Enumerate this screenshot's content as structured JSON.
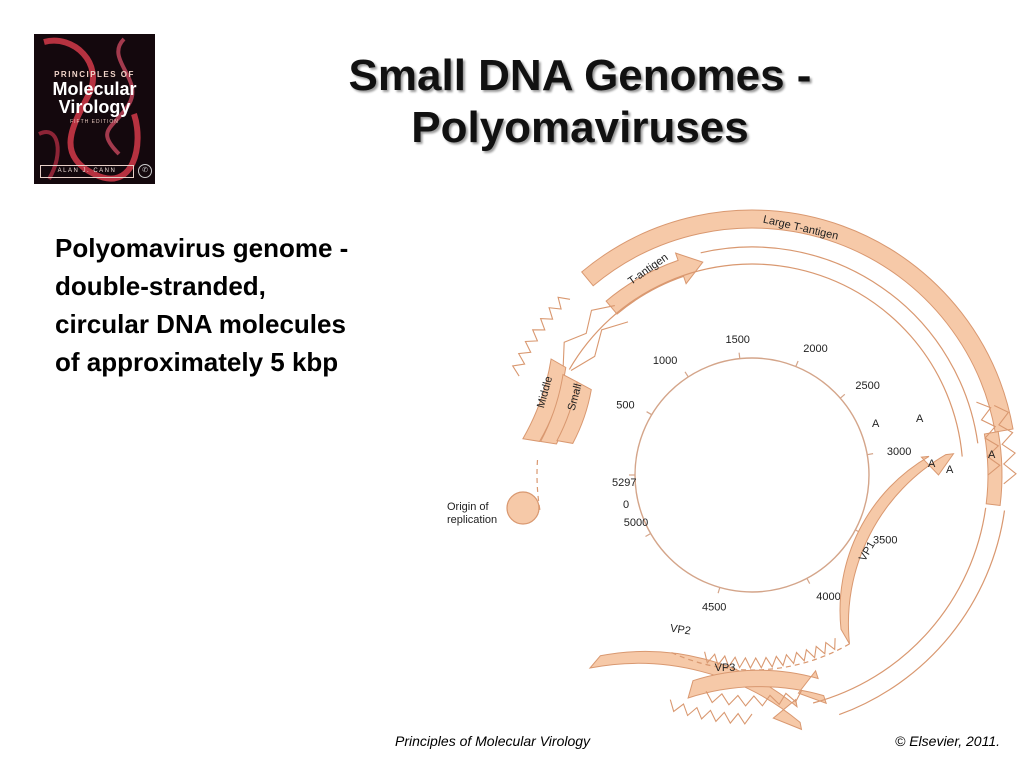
{
  "cover": {
    "top_line": "PRINCIPLES OF",
    "title_line1": "Molecular",
    "title_line2": "Virology",
    "edition": "FIFTH EDITION",
    "author": "ALAN J. CANN"
  },
  "title": {
    "line1": "Small DNA Genomes -",
    "line2": "Polyomaviruses"
  },
  "body": {
    "lines": [
      "Polyomavirus genome -",
      "double-stranded,",
      "circular DNA molecules",
      "of approximately 5 kbp"
    ]
  },
  "diagram": {
    "gene_labels": {
      "large_t": "Large T-antigen",
      "t": "T-antigen",
      "middle": "Middle",
      "small": "Small",
      "vp1": "VP1",
      "vp2": "VP2",
      "vp3": "VP3"
    },
    "origin_label_line1": "Origin of",
    "origin_label_line2": "replication",
    "poly_a": "A",
    "positions": [
      "0",
      "500",
      "1000",
      "1500",
      "2000",
      "2500",
      "3000",
      "3500",
      "4000",
      "4500",
      "5000"
    ],
    "total_length": "5297",
    "colors": {
      "gene": "#f6c9a8",
      "gene_stroke": "#d99870",
      "circle": "#d4a58a"
    }
  },
  "footer": {
    "left": "Principles of Molecular Virology",
    "right": "© Elsevier, 2011."
  }
}
